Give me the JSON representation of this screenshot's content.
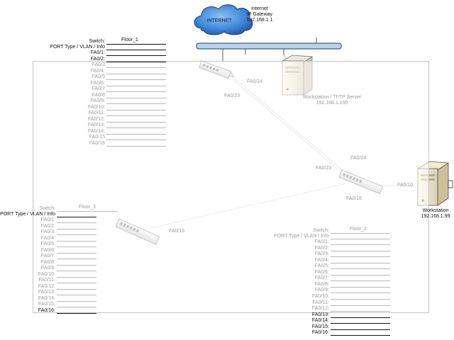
{
  "internet": {
    "cloud_label": "INTERNET",
    "gateway_lines": [
      "Internet",
      "IP Gateway",
      "192.168.1.1"
    ]
  },
  "floor1": {
    "switch_label": "Switch:",
    "switch_name": "Floor_1",
    "port_header": "PORT Type / VLAN / Info",
    "ports": [
      "FA0/1:",
      "FA0/2:",
      "FA0/3",
      "FA0/4:",
      "FA0/5",
      "FA0/6:",
      "FA0/7",
      "FA0/8",
      "FA0/9:",
      "FA0/10:",
      "FA0/11:",
      "FA0/12:",
      "FA0/13:",
      "FA0/14:",
      "FA0/15",
      "FA0/16"
    ]
  },
  "floor2": {
    "switch_label": "Switch:",
    "switch_name": "Floor_2",
    "port_header": "PORT Type / VLAN / Info",
    "ports": [
      "FA0/1:",
      "FA0/2:",
      "FA0/3:",
      "FA0/4:",
      "FA0/5:",
      "FA0/6:",
      "FA0/7:",
      "FA0/8:",
      "FA0/9:",
      "FA0/10:",
      "FA0/11:",
      "FA0/12:",
      "FA0/13:",
      "FA0/14:",
      "FA0/15:",
      "FA0/16:"
    ]
  },
  "floor3": {
    "switch_label": "Switch:",
    "switch_name": "Floor_3",
    "port_header": "PORT Type / VLAN / Info",
    "ports": [
      "FA0/1:",
      "FA0/2:",
      "FA0/3:",
      "FA0/4:",
      "FA0/5:",
      "FA0/6:",
      "FA0/7:",
      "FA0/8:",
      "FA0/9:",
      "FA0/10:",
      "FA0/11:",
      "FA0/12:",
      "FA0/13:",
      "FA0/14:",
      "FA0/15:",
      "FA0/16:"
    ]
  },
  "tftp_server": {
    "lines": [
      "Workstation / TFTP Server",
      "192.168.1.100"
    ]
  },
  "workstation": {
    "lines": [
      "Workstation",
      "192.168.1.99"
    ]
  },
  "port_labels": {
    "sw1_fa024": "FA0/24",
    "sw1_fa023": "FA0/23",
    "sw2_fa024": "FA0/24",
    "sw2_fa023": "FA0/23",
    "sw2_fa010": "FA0/10",
    "sw2_fa016": "FA0/16",
    "sw3_fa016": "FA0/16"
  },
  "colors": {
    "bus_fill": "#b9d3ea",
    "bus_stroke": "#1f3f6a",
    "cloud_fill": "#3f86d9",
    "dark_text": "#111111",
    "faded_text": "#9a9a9a"
  }
}
